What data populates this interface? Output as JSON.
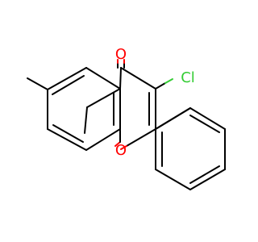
{
  "molecule": {
    "atoms": {
      "carbonyl_oxygen": {
        "symbol": "O",
        "color": "#ff0000"
      },
      "ring_oxygen": {
        "symbol": "O",
        "color": "#ff0000"
      },
      "chlorine": {
        "symbol": "Cl",
        "color": "#33cc33"
      }
    },
    "colors": {
      "bond": "#000000",
      "oxygen": "#ff0000",
      "chlorine": "#33cc33",
      "background": "#ffffff"
    }
  }
}
